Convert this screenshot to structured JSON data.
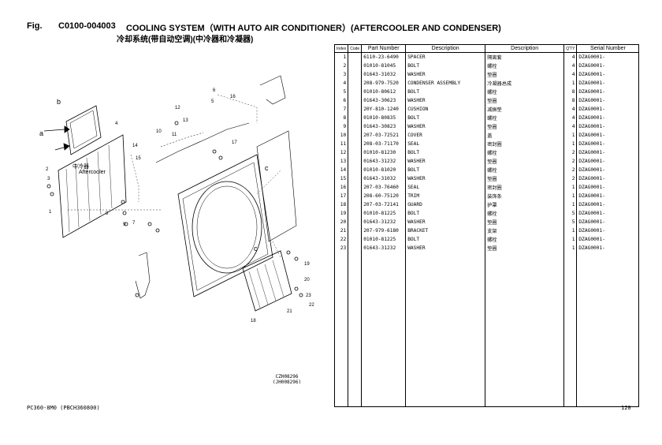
{
  "header": {
    "fig_label": "Fig.",
    "code": "C0100-004003",
    "title": "COOLING SYSTEM（WITH AUTO AIR CONDITIONER）(AFTERCOOLER AND CONDENSER)",
    "title_cn": "冷却系统(带自动空调)(中冷器和冷凝器)"
  },
  "diagram": {
    "callouts": [
      "a",
      "b",
      "c",
      "c"
    ],
    "aftercooler_cn": "中冷器",
    "aftercooler_en": "Aftercooler",
    "numbers": [
      "1",
      "2",
      "3",
      "4",
      "5",
      "6",
      "7",
      "8",
      "9",
      "10",
      "11",
      "12",
      "13",
      "14",
      "15",
      "16",
      "17",
      "18",
      "19",
      "20",
      "21",
      "22",
      "23"
    ],
    "stamp_line1": "CZH08296",
    "stamp_line2": "(JH008296)"
  },
  "table": {
    "headers": {
      "index": "Index",
      "code": "Code",
      "part": "Part Number",
      "desc": "Description",
      "desc_cn": "Description",
      "qty": "Q'TY",
      "serial": "Serial Number"
    },
    "rows": [
      {
        "i": "1",
        "code": "",
        "part": "6110-23-6490",
        "desc": "SPACER",
        "cn": "隔离套",
        "q": "4",
        "sn": "DZAG0001-"
      },
      {
        "i": "2",
        "code": "",
        "part": "01010-81045",
        "desc": "BOLT",
        "cn": "螺栓",
        "q": "4",
        "sn": "DZAG0001-"
      },
      {
        "i": "3",
        "code": "",
        "part": "01643-31032",
        "desc": "WASHER",
        "cn": "垫圈",
        "q": "4",
        "sn": "DZAG0001-"
      },
      {
        "i": "4",
        "code": "",
        "part": "208-979-7520",
        "desc": "CONDENSER ASSEMBLY",
        "cn": "冷凝器总成",
        "q": "1",
        "sn": "DZAG0001-"
      },
      {
        "i": "5",
        "code": "",
        "part": "01010-80612",
        "desc": "BOLT",
        "cn": "螺栓",
        "q": "8",
        "sn": "DZAG0001-"
      },
      {
        "i": "6",
        "code": "",
        "part": "01643-30623",
        "desc": "WASHER",
        "cn": "垫圈",
        "q": "8",
        "sn": "DZAG0001-"
      },
      {
        "i": "7",
        "code": "",
        "part": "20Y-810-1240",
        "desc": "CUSHION",
        "cn": "减振垫",
        "q": "4",
        "sn": "DZAG0001-"
      },
      {
        "i": "8",
        "code": "",
        "part": "01010-80835",
        "desc": "BOLT",
        "cn": "螺栓",
        "q": "4",
        "sn": "DZAG0001-"
      },
      {
        "i": "9",
        "code": "",
        "part": "01643-30823",
        "desc": "WASHER",
        "cn": "垫圈",
        "q": "4",
        "sn": "DZAG0001-"
      },
      {
        "i": "10",
        "code": "",
        "part": "207-03-72521",
        "desc": "COVER",
        "cn": "盖",
        "q": "1",
        "sn": "DZAG0001-"
      },
      {
        "i": "11",
        "code": "",
        "part": "208-03-71170",
        "desc": "SEAL",
        "cn": "密封圈",
        "q": "1",
        "sn": "DZAG0001-"
      },
      {
        "i": "12",
        "code": "",
        "part": "01010-81230",
        "desc": "BOLT",
        "cn": "螺栓",
        "q": "2",
        "sn": "DZAG0001-"
      },
      {
        "i": "13",
        "code": "",
        "part": "01643-31232",
        "desc": "WASHER",
        "cn": "垫圈",
        "q": "2",
        "sn": "DZAG0001-"
      },
      {
        "i": "14",
        "code": "",
        "part": "01010-81020",
        "desc": "BOLT",
        "cn": "螺栓",
        "q": "2",
        "sn": "DZAG0001-"
      },
      {
        "i": "15",
        "code": "",
        "part": "01643-31032",
        "desc": "WASHER",
        "cn": "垫圈",
        "q": "2",
        "sn": "DZAG0001-"
      },
      {
        "i": "16",
        "code": "",
        "part": "207-03-76460",
        "desc": "SEAL",
        "cn": "密封圈",
        "q": "1",
        "sn": "DZAG0001-"
      },
      {
        "i": "17",
        "code": "",
        "part": "208-60-75120",
        "desc": "TRIM",
        "cn": "装饰条",
        "q": "1",
        "sn": "DZAG0001-"
      },
      {
        "i": "18",
        "code": "",
        "part": "207-03-72141",
        "desc": "GUARD",
        "cn": "护罩",
        "q": "1",
        "sn": "DZAG0001-"
      },
      {
        "i": "19",
        "code": "",
        "part": "01010-81225",
        "desc": "BOLT",
        "cn": "螺栓",
        "q": "5",
        "sn": "DZAG0001-"
      },
      {
        "i": "20",
        "code": "",
        "part": "01643-31232",
        "desc": "WASHER",
        "cn": "垫圈",
        "q": "5",
        "sn": "DZAG0001-"
      },
      {
        "i": "21",
        "code": "",
        "part": "207-979-6180",
        "desc": "BRACKET",
        "cn": "支架",
        "q": "1",
        "sn": "DZAG0001-"
      },
      {
        "i": "22",
        "code": "",
        "part": "01010-81225",
        "desc": "BOLT",
        "cn": "螺栓",
        "q": "1",
        "sn": "DZAG0001-"
      },
      {
        "i": "23",
        "code": "",
        "part": "01643-31232",
        "desc": "WASHER",
        "cn": "垫圈",
        "q": "1",
        "sn": "DZAG0001-"
      }
    ]
  },
  "footer": {
    "model": "PC360-8M0 (PBCH360800)",
    "page": "120"
  }
}
